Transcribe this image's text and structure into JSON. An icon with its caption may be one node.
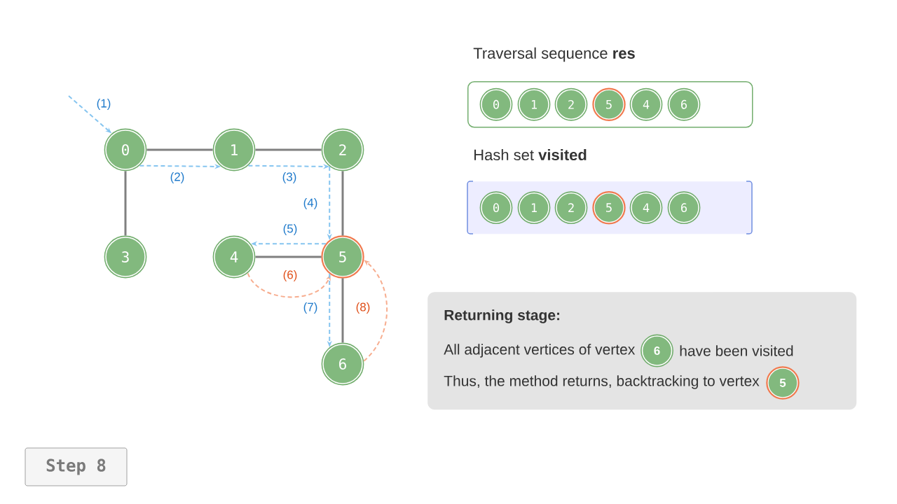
{
  "diagram": {
    "nodes": [
      {
        "text": [
          "0"
        ]
      },
      {
        "text": [
          "1"
        ]
      },
      {
        "text": [
          "2"
        ]
      },
      {
        "text": [
          "3"
        ]
      },
      {
        "text": [
          "4"
        ]
      },
      {
        "text": [
          "5"
        ]
      },
      {
        "text": [
          "6"
        ]
      },
      {
        "text": [
          "Traversal sequence **res**"
        ]
      },
      {
        "text": [
          "0"
        ],
        "in": 7
      },
      {
        "text": [
          "1"
        ],
        "in": 7
      },
      {
        "text": [
          "2"
        ],
        "in": 7
      },
      {
        "text": [
          "5"
        ],
        "in": 7
      },
      {
        "text": [
          "4"
        ],
        "in": 7
      },
      {
        "text": [
          "6"
        ],
        "in": 7
      },
      {
        "text": [
          "Hash set **visited**"
        ]
      },
      {
        "text": [
          "0"
        ],
        "in": 14
      },
      {
        "text": [
          "1"
        ],
        "in": 14
      },
      {
        "text": [
          "2"
        ],
        "in": 14
      },
      {
        "text": [
          "5"
        ],
        "in": 14
      },
      {
        "text": [
          "4"
        ],
        "in": 14
      },
      {
        "text": [
          "6"
        ],
        "in": 14
      },
      {
        "text": [
          "Returning stage:",
          "All adjacent vertices of vertex",
          "have been visited",
          "Thus, the method returns, backtracking to vertex"
        ]
      },
      {
        "text": [
          "6"
        ],
        "in": 21
      },
      {
        "text": [
          "5"
        ],
        "in": 21
      },
      {
        "text": [
          "Step 8"
        ]
      }
    ],
    "edges": [
      {
        "from": 0,
        "to": 1,
        "arrow": "none"
      },
      {
        "from": 1,
        "to": 2,
        "arrow": "none"
      },
      {
        "from": 0,
        "to": 3,
        "arrow": "none"
      },
      {
        "from": 2,
        "to": 5,
        "arrow": "none"
      },
      {
        "from": 4,
        "to": 5,
        "arrow": "none"
      },
      {
        "from": 5,
        "to": 6,
        "arrow": "none"
      },
      {
        "from": null,
        "to": 0,
        "arrow": "to",
        "label": "(1)",
        "style": "dashed",
        "color": "#86c5f0"
      },
      {
        "from": 0,
        "to": 1,
        "arrow": "to",
        "label": "(2)",
        "style": "dashed",
        "color": "#86c5f0"
      },
      {
        "from": 1,
        "to": 2,
        "arrow": "to",
        "label": "(3)",
        "style": "dashed",
        "color": "#86c5f0"
      },
      {
        "from": 2,
        "to": 5,
        "arrow": "to",
        "label": "(4)",
        "style": "dashed",
        "color": "#86c5f0"
      },
      {
        "from": 5,
        "to": 4,
        "arrow": "to",
        "label": "(5)",
        "style": "dashed",
        "color": "#86c5f0"
      },
      {
        "from": 4,
        "to": 5,
        "arrow": "to",
        "label": "(6)",
        "style": "dashed",
        "color": "#f7ad8f"
      },
      {
        "from": 5,
        "to": 6,
        "arrow": "to",
        "label": "(7)",
        "style": "dashed",
        "color": "#86c5f0"
      },
      {
        "from": 6,
        "to": 5,
        "arrow": "to",
        "label": "(8)",
        "style": "dashed",
        "color": "#f7ad8f"
      }
    ]
  }
}
